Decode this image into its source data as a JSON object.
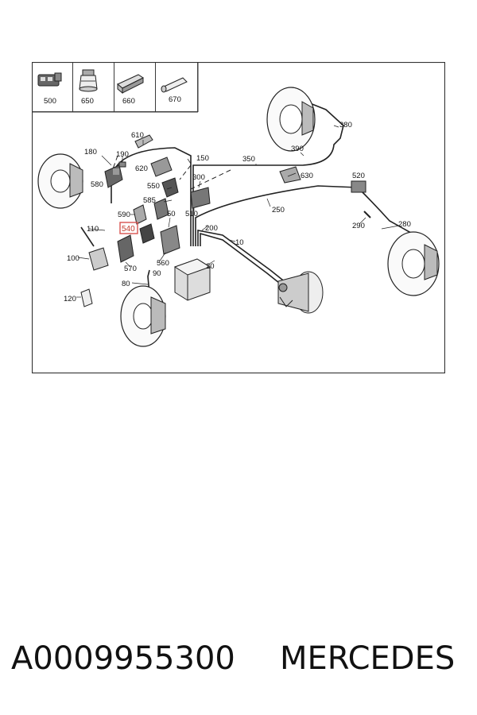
{
  "legend": [
    {
      "id": "500",
      "icon": "relay-block-icon"
    },
    {
      "id": "650",
      "icon": "rubber-bushing-icon"
    },
    {
      "id": "660",
      "icon": "hex-spacer-icon"
    },
    {
      "id": "670",
      "icon": "cylinder-pin-icon"
    }
  ],
  "callouts": {
    "c610": "610",
    "c180": "180",
    "c190": "190",
    "c150": "150",
    "c380": "380",
    "c390": "390",
    "c350": "350",
    "c620": "620",
    "c300": "300",
    "c630": "630",
    "c520": "520",
    "c580": "580",
    "c550": "550",
    "c585": "585",
    "c590": "590",
    "c510": "510",
    "c250": "250",
    "c50": "50",
    "c540": "540",
    "c110": "110",
    "c200": "200",
    "c280": "280",
    "c290": "290",
    "c10": "10",
    "c100": "100",
    "c570": "570",
    "c560": "560",
    "c20": "20",
    "c90": "90",
    "c80": "80",
    "c120": "120"
  },
  "highlight": {
    "part": "540",
    "color": "#d9534f"
  },
  "footer": {
    "part_number": "A0009955300",
    "brand": "MERCEDES"
  },
  "colors": {
    "line": "#222222",
    "frame": "#333333",
    "highlight": "#d9534f"
  }
}
